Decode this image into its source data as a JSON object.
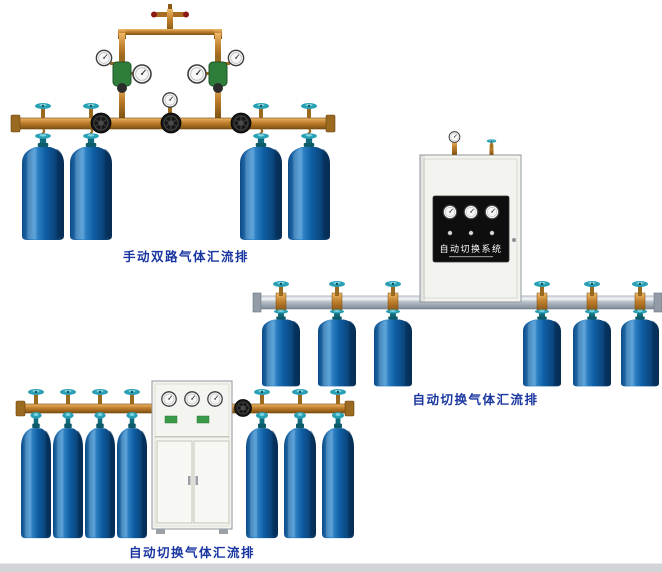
{
  "page": {
    "background": "#ffffff",
    "footer_strip_color": "#d2d4d7"
  },
  "colors": {
    "caption_blue": "#1a36a0",
    "brass_pipe": "#bf7e2c",
    "cylinder_blue": "#0f5fa6",
    "valve_teal": "#2aa0b4",
    "cabinet_white": "#f3f4ef",
    "panel_black": "#0e0e0e",
    "tube_silver": "#b3bcc5"
  },
  "products": [
    {
      "id": "manual-dual-line-manifold",
      "caption": "手动双路气体汇流排",
      "cylinders": 4
    },
    {
      "id": "auto-switch-manifold-wall-cabinet",
      "caption": "自动切换气体汇流排",
      "cabinet_label": "自动切换系统",
      "cylinders": 6
    },
    {
      "id": "auto-switch-manifold-floor-cabinet",
      "caption": "自动切换气体汇流排",
      "cylinders": 7
    }
  ]
}
